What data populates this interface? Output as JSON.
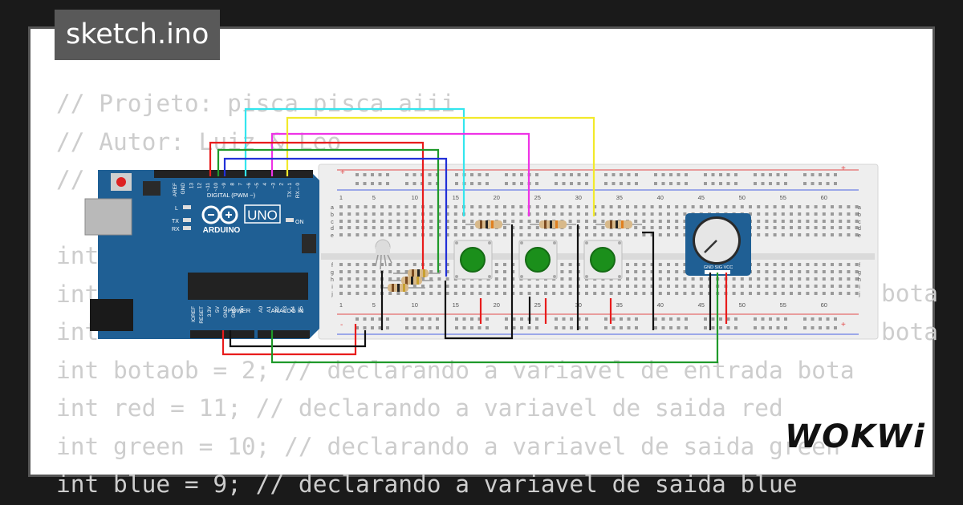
{
  "title": "sketch.ino",
  "brand": "WOKWi",
  "code_lines": [
    "// Projeto: pisca pisca aiii",
    "// Autor: Luiz & Leo",
    "//",
    "",
    "int",
    "int",
    "int",
    "int botaob = 2; // declarando a variavel de entrada bota",
    "int red = 11; // declarando a variavel de saida red",
    "int green = 10; // declarando a variavel de saida green",
    "int blue = 9; // declarando a variavel de saida blue"
  ],
  "code_fragments": {
    "right_a": "bota",
    "right_b": "bota"
  },
  "arduino": {
    "board_name": "UNO",
    "brand": "ARDUINO",
    "digital_label": "DIGITAL (PWM ~)",
    "power_label": "POWER",
    "analog_label": "ANALOG IN",
    "led_l": "L",
    "led_tx": "TX",
    "led_rx": "RX",
    "led_on": "ON",
    "top_pins": [
      "AREF",
      "GND",
      "13",
      "12",
      "~11",
      "~10",
      "~9",
      "8",
      "7",
      "~6",
      "~5",
      "4",
      "~3",
      "2",
      "TX→1",
      "RX←0"
    ],
    "bottom_pins": [
      "IOREF",
      "RESET",
      "3.3V",
      "5V",
      "GND",
      "GND",
      "Vin",
      "A0",
      "A1",
      "A2",
      "A3",
      "A4",
      "A5"
    ]
  },
  "breadboard": {
    "column_numbers": [
      "1",
      "5",
      "10",
      "15",
      "20",
      "25",
      "30",
      "35",
      "40",
      "45",
      "50",
      "55",
      "60"
    ],
    "rows_top": [
      "a",
      "b",
      "c",
      "d",
      "e"
    ],
    "rows_bottom": [
      "f",
      "g",
      "h",
      "i",
      "j"
    ],
    "rail_symbol_plus": "+",
    "rail_symbol_minus": "-"
  },
  "potentiometer": {
    "pin_label": "GND SIG VCC"
  },
  "colors": {
    "arduino_blue": "#1f5f94",
    "wire_cyan": "#33e6ee",
    "wire_magenta": "#ee33e6",
    "wire_yellow": "#f2ea2a",
    "wire_red": "#e81c1c",
    "wire_green": "#1f9a2a",
    "wire_blue": "#2230d8",
    "wire_black": "#111111",
    "button_green": "#1b8f1b"
  }
}
